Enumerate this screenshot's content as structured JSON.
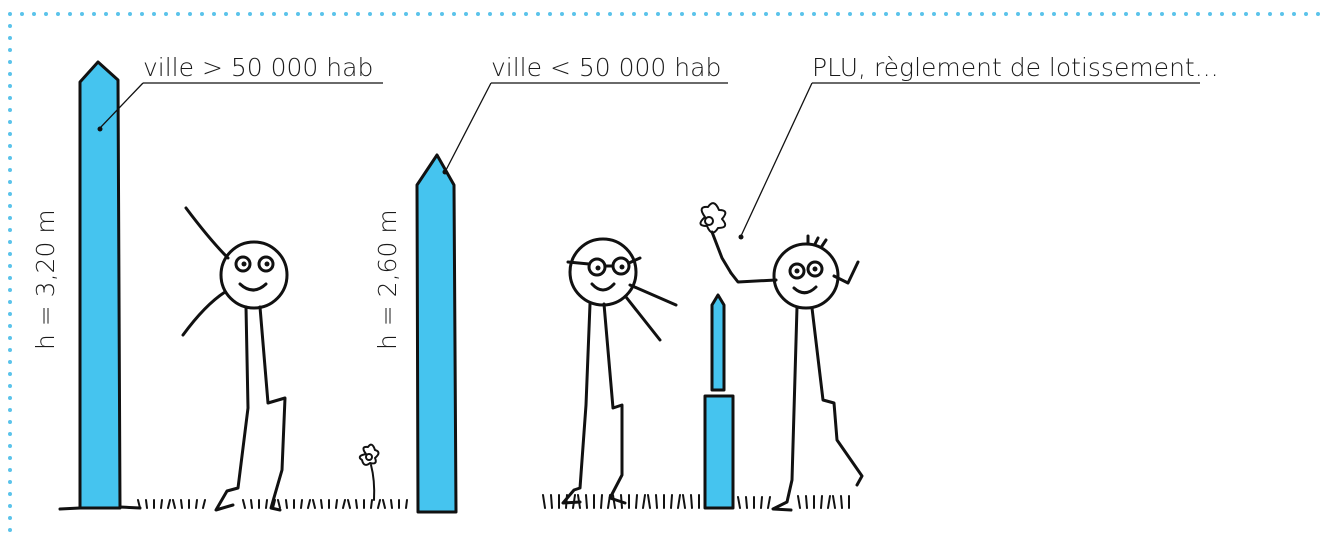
{
  "labels": {
    "city_large": "ville > 50 000 hab",
    "city_small": "ville < 50 000 hab",
    "plu": "PLU, règlement de lotissement..."
  },
  "heights": {
    "large": "h = 3,20 m",
    "small": "h = 2,60 m"
  },
  "colors": {
    "post_fill": "#45c4ef",
    "ink": "#111111",
    "border_dots": "#5bc3ea"
  }
}
